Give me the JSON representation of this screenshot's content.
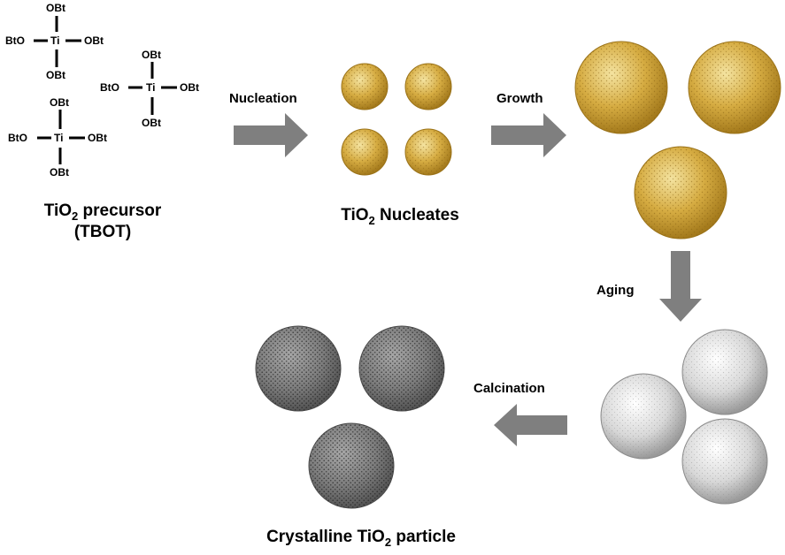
{
  "precursor": {
    "molecules": [
      {
        "top": "OBt",
        "left": "BtO",
        "center": "Ti",
        "right": "OBt",
        "bottom": "OBt"
      },
      {
        "top": "OBt",
        "left": "BtO",
        "center": "Ti",
        "right": "OBt",
        "bottom": "OBt"
      },
      {
        "top": "OBt",
        "left": "BtO",
        "center": "Ti",
        "right": "OBt",
        "bottom": "OBt"
      }
    ],
    "caption_main": "TiO",
    "caption_sub": "2",
    "caption_rest": " precursor",
    "caption_line2": "(TBOT)"
  },
  "steps": {
    "nucleation": "Nucleation",
    "growth": "Growth",
    "aging": "Aging",
    "calcination": "Calcination"
  },
  "nucleates": {
    "caption_main": "TiO",
    "caption_sub": "2",
    "caption_rest": " Nucleates"
  },
  "crystalline": {
    "caption_pre": "Crystalline TiO",
    "caption_sub": "2",
    "caption_rest": " particle"
  },
  "colors": {
    "gold": "#d4a93a",
    "gold_light": "#f2dc8c",
    "silver_light": "#f4f4f4",
    "silver": "#c9c9c9",
    "gray_dark": "#7a7a7a",
    "arrow": "#7f7f7f"
  }
}
